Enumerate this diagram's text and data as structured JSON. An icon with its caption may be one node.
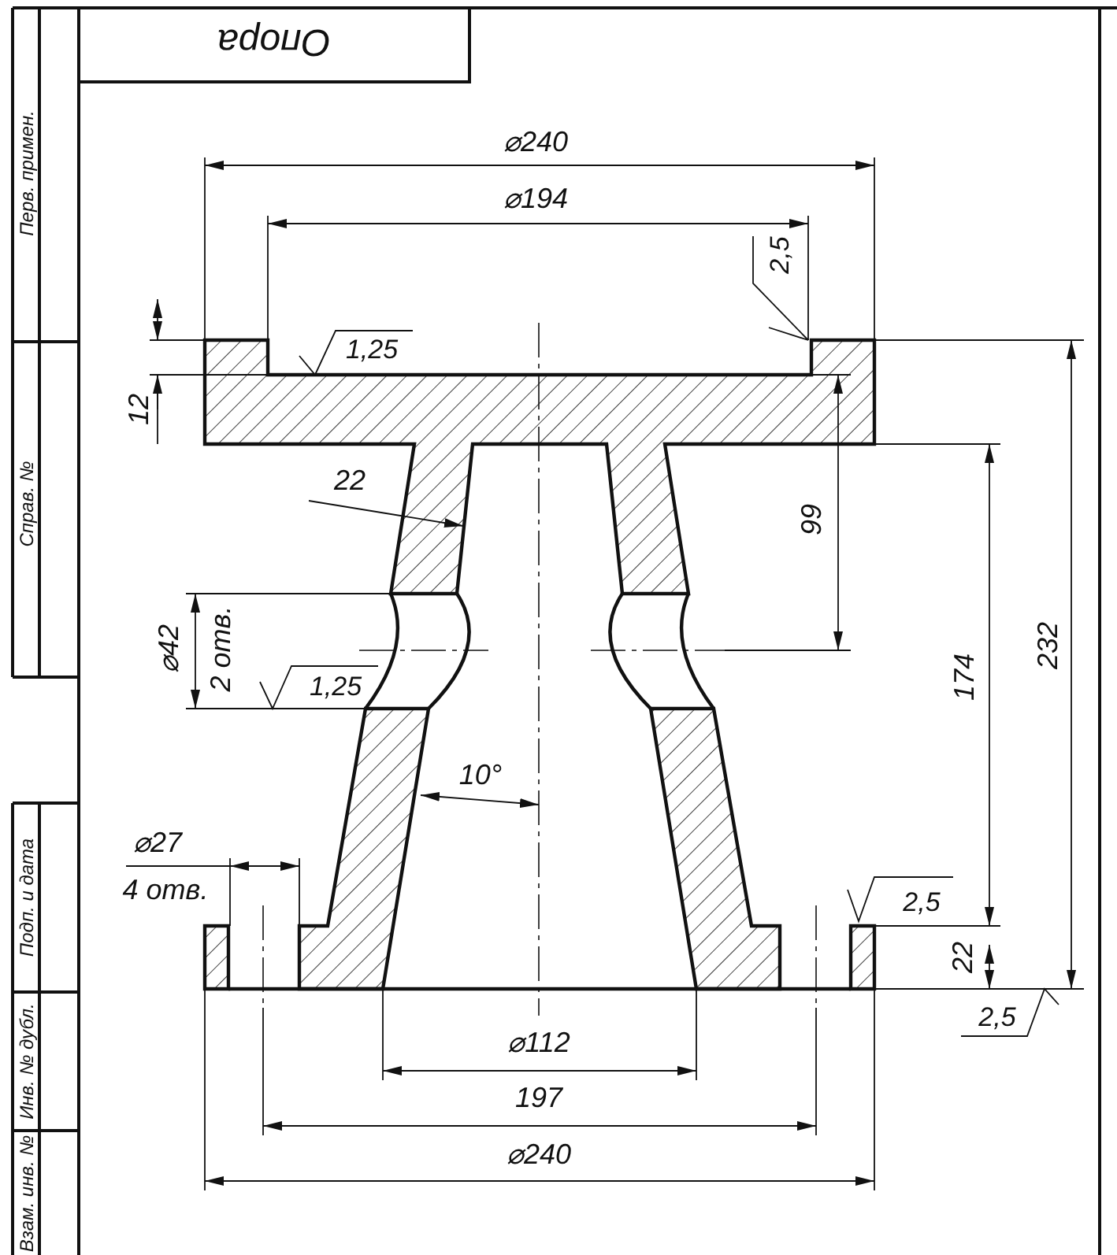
{
  "diagram": {
    "title": "Опора",
    "labels": [
      "Перв. примен.",
      "⌀240",
      "⌀194",
      "2,5",
      "1,25",
      "12",
      "22",
      "99",
      "Справ. №",
      "⌀42",
      "2 отв.",
      "1,25",
      "174",
      "232",
      "10°",
      "⌀27",
      "4 отв.",
      "Подп. и дата",
      "2,5",
      "22",
      "2,5",
      "⌀112",
      "Инв. № дубл.",
      "197",
      "⌀240",
      "Взам. инв. №"
    ]
  }
}
